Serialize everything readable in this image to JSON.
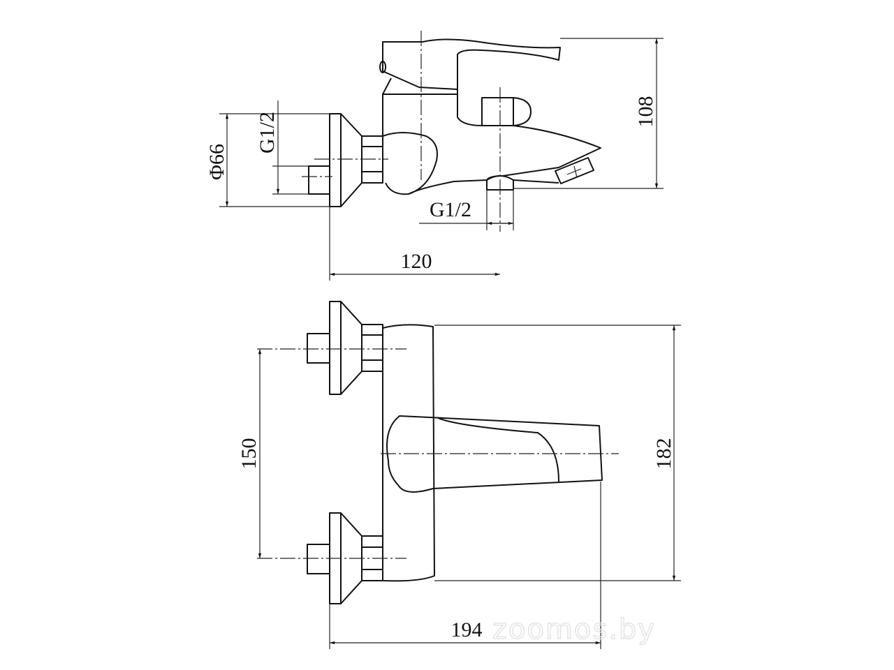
{
  "drawing": {
    "side_view": {
      "dim_flange_diameter": "Φ66",
      "dim_inlet_thread": "G1/2",
      "dim_outlet_thread": "G1/2",
      "dim_depth": "120",
      "dim_height": "108"
    },
    "top_view": {
      "dim_inlet_spacing": "150",
      "dim_width": "182",
      "dim_total_length": "194"
    },
    "watermark": "zoomos.by",
    "colors": {
      "line": "#111111",
      "background": "#ffffff"
    }
  }
}
